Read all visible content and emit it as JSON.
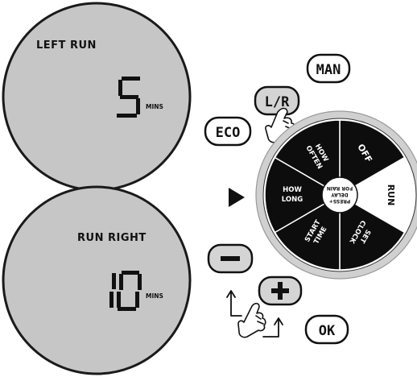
{
  "top_display": {
    "label": "LEFT RUN",
    "digits": "5",
    "units": "MINS"
  },
  "bottom_display": {
    "label": "RUN RIGHT",
    "digits": "10",
    "units": "MINS"
  },
  "buttons": {
    "man": "MAN",
    "left_right": "L/R",
    "eco": "ECO",
    "minus": "−",
    "plus": "+",
    "ok": "OK"
  },
  "dial": {
    "segments": {
      "off": "OFF",
      "run": "RUN",
      "set_clock": [
        "SET",
        "CLOCK"
      ],
      "start_time": [
        "START",
        "TIME"
      ],
      "how_long": [
        "HOW",
        "LONG"
      ],
      "how_often": [
        "HOW",
        "OFTEN"
      ]
    },
    "center": [
      "PRESS+",
      "DELAY",
      "FOR RAIN"
    ]
  },
  "colors": {
    "lcd_fill": "#c6c6c6",
    "lcd_border": "#1a1a1a",
    "button_fill": "#d4d4d4",
    "dial_black": "#0d0d0d",
    "dial_ring": "#d0d0d0"
  }
}
